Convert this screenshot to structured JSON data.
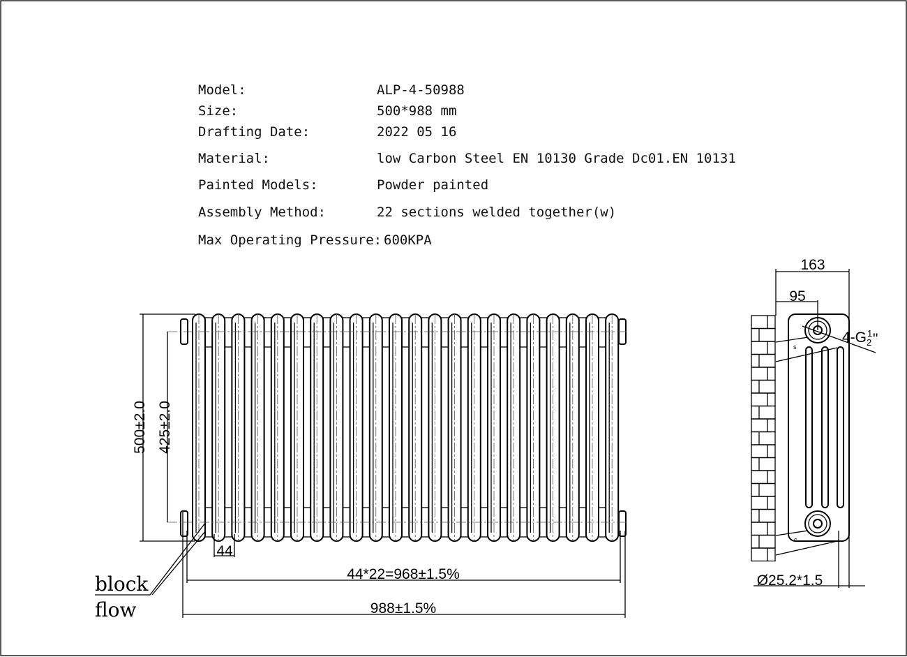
{
  "specs": [
    {
      "label": "Model:",
      "value": "ALP-4-50988"
    },
    {
      "label": "Size:",
      "value": "500*988 mm"
    },
    {
      "label": "Drafting Date:",
      "value": "2022 05 16"
    },
    {
      "label": "Material:",
      "value": "low Carbon Steel  EN 10130 Grade Dc01.EN 10131"
    },
    {
      "label": "Painted Models:",
      "value": "Powder painted"
    },
    {
      "label": "Assembly Method:",
      "value": "22 sections welded together(w)"
    },
    {
      "label": "Max Operating Pressure:",
      "value": "600KPA"
    }
  ],
  "front_view": {
    "sections": 22,
    "dims": {
      "height": "500±2.0",
      "centers": "425±2.0",
      "pitch": "44",
      "inner_width": "44*22=968±1.5%",
      "overall_width": "988±1.5%"
    },
    "labels": {
      "block": "block",
      "flow": "flow"
    }
  },
  "side_view": {
    "dims": {
      "depth": "163",
      "offset": "95",
      "thread": "4-G",
      "thread_num": "1",
      "thread_den": "2",
      "thread_unit": "\"",
      "pipe": "Ø25.2*1.5"
    },
    "marks": {
      "top": "s",
      "bottom": "c"
    }
  }
}
